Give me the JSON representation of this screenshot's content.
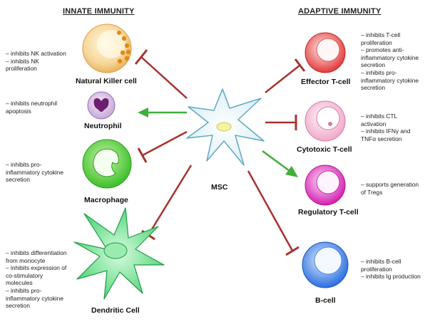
{
  "headers": {
    "innate": "INNATE IMMUNITY",
    "adaptive": "ADAPTIVE IMMUNITY"
  },
  "center": {
    "label": "MSC"
  },
  "cells": {
    "nk": {
      "label": "Natural Killer cell",
      "notes": [
        "– inhibits NK activation",
        "– inhibits NK",
        "proliferation"
      ]
    },
    "neutrophil": {
      "label": "Neutrophil",
      "notes": [
        "– inhibits neutrophil",
        "apoptosis"
      ]
    },
    "macrophage": {
      "label": "Macrophage",
      "notes": [
        "– inhibits pro-",
        "inflammatory cytokine",
        "secretion"
      ]
    },
    "dendritic": {
      "label": "Dendritic Cell",
      "notes": [
        "– inhibits differentiation",
        "from monocyte",
        "– inhibits expression of",
        "co-stimulatory",
        "molecules",
        "– inhibits pro-",
        "inflammatory cytokine",
        "secretion"
      ]
    },
    "effector": {
      "label": "Effector T-cell",
      "notes": [
        "– inhibits T-cell",
        "proliferation",
        "– promotes anti-",
        "inflammatory cytokine",
        "secretion",
        "– inhibits pro-",
        "inflammatory cytokine",
        "secretion"
      ]
    },
    "cytotoxic": {
      "label": "Cytotoxic T-cell",
      "notes": [
        "– inhibits CTL",
        "activation",
        "– inhibits IFNγ and",
        "TNFα secretion"
      ]
    },
    "regulatory": {
      "label": "Regulatory T-cell",
      "notes": [
        "– supports generation",
        "of Tregs"
      ]
    },
    "bcell": {
      "label": "B-cell",
      "notes": [
        "– inhibits B-cell",
        "proliferation",
        "– inhibits Ig production"
      ]
    }
  },
  "colors": {
    "inhibit": "#a8322f",
    "promote": "#3fae3a"
  },
  "icons": {
    "inhibit_arrow": "inhibit-arrow-icon",
    "promote_arrow": "promote-arrow-icon"
  }
}
